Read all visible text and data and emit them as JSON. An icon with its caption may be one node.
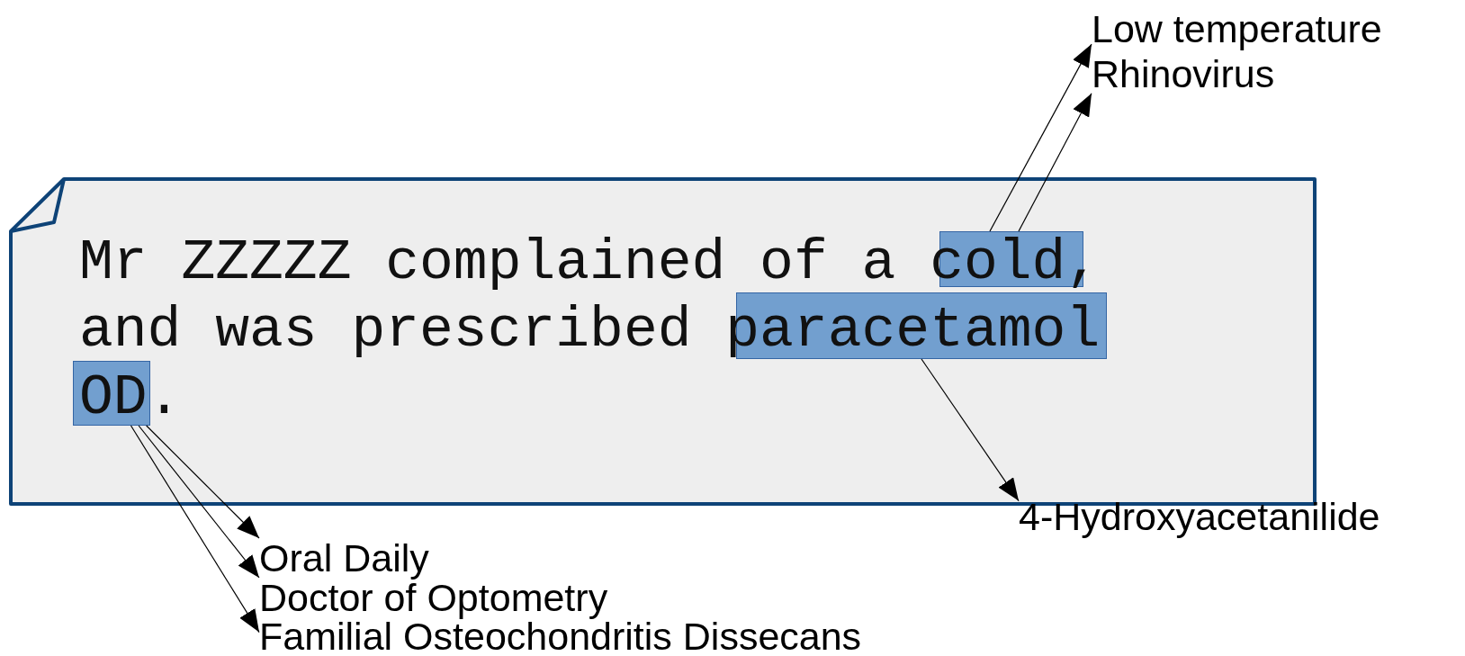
{
  "diagram": {
    "nodes": [
      {
        "text": [
          "Mr ZZZZZ complained of a cold, and was prescribed paracetamol OD."
        ]
      },
      {
        "text": [],
        "shape": "box",
        "in": 0
      },
      {
        "text": [],
        "shape": "box",
        "in": 0
      },
      {
        "text": [],
        "shape": "box",
        "in": 0
      },
      {
        "text": [
          "Low temperature"
        ]
      },
      {
        "text": [
          "Rhinovirus"
        ]
      },
      {
        "text": [
          "4-Hydroxyacetanilide"
        ]
      },
      {
        "text": [
          "Oral Daily"
        ]
      },
      {
        "text": [
          "Doctor of Optometry"
        ]
      },
      {
        "text": [
          "Familial Osteochondritis Dissecans"
        ]
      }
    ],
    "edges": [
      {
        "from": 1,
        "to": 4,
        "arrow": "to"
      },
      {
        "from": 1,
        "to": 5,
        "arrow": "to"
      },
      {
        "from": 2,
        "to": 6,
        "arrow": "to"
      },
      {
        "from": 3,
        "to": 7,
        "arrow": "to"
      },
      {
        "from": 3,
        "to": 8,
        "arrow": "to"
      },
      {
        "from": 3,
        "to": 9,
        "arrow": "to"
      }
    ]
  }
}
